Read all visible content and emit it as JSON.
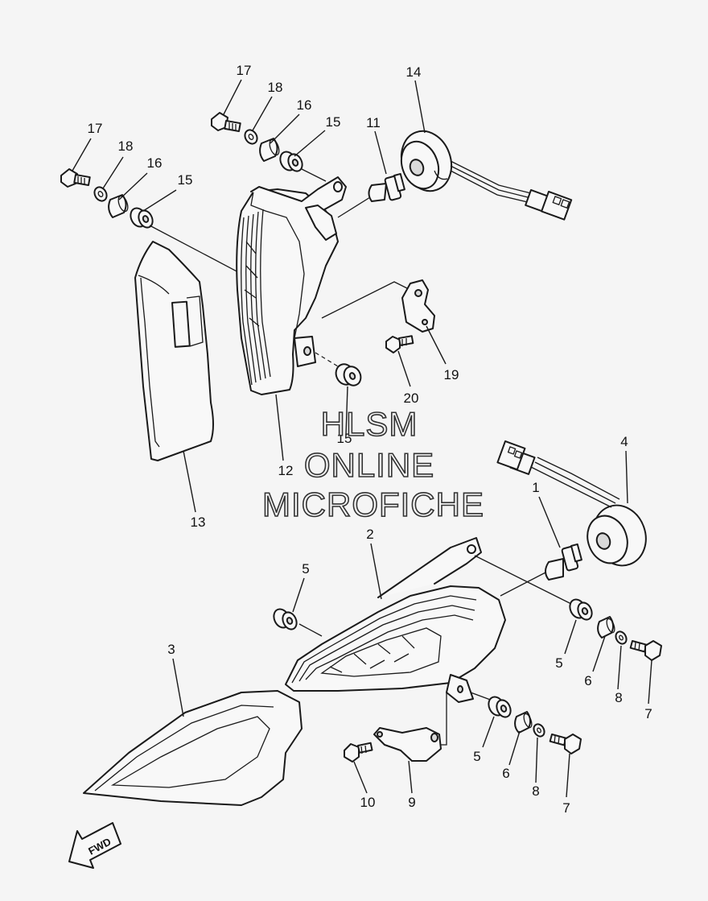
{
  "watermark": {
    "line1": "HLSM",
    "line2": "ONLINE",
    "line3": "MICROFICHE"
  },
  "direction_badge": "FWD",
  "callouts": {
    "c17a": "17",
    "c18a": "18",
    "c16a": "16",
    "c15a": "15",
    "c17b": "17",
    "c18b": "18",
    "c16b": "16",
    "c15b": "15",
    "c11": "11",
    "c14": "14",
    "c19": "19",
    "c20": "20",
    "c15c": "15",
    "c12": "12",
    "c13": "13",
    "c4": "4",
    "c1": "1",
    "c2": "2",
    "c5a": "5",
    "c3": "3",
    "c5b": "5",
    "c6a": "6",
    "c8a": "8",
    "c7a": "7",
    "c5c": "5",
    "c6b": "6",
    "c8b": "8",
    "c7b": "7",
    "c10": "10",
    "c9": "9"
  }
}
